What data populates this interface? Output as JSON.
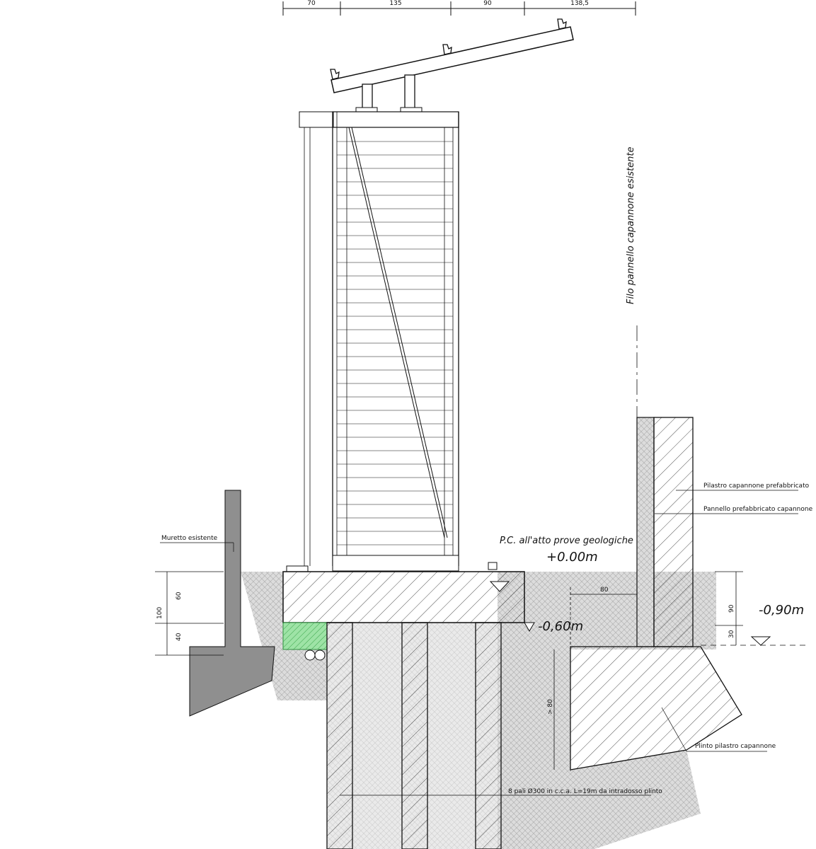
{
  "top_dimensions": [
    "70",
    "135",
    "90",
    "138,5"
  ],
  "annotations": {
    "vertical_label": "Filo pannello capannone esistente",
    "muretto": "Muretto esistente",
    "pilastro": "Pilastro capannone prefabbricato",
    "pannello": "Pannello prefabbricato capannone",
    "plinto": "Plinto pilastro capannone",
    "pali": "8 pali Ø300 in c.c.a. L=19m da intradosso plinto",
    "pc_note": "P.C. all'atto prove geologiche"
  },
  "levels": {
    "ground": "+0.00m",
    "footing": "-0,60m",
    "existing": "-0,90m"
  },
  "dimensions": {
    "left_total": "100",
    "left_upper": "60",
    "left_lower": "40",
    "footing_offset": "80",
    "pile_dim": "> 80",
    "right_90": "90",
    "right_30": "30"
  },
  "colors": {
    "concrete_wall": "#8f8f8f",
    "green_fill": "#7fd28a",
    "line": "#111111"
  }
}
